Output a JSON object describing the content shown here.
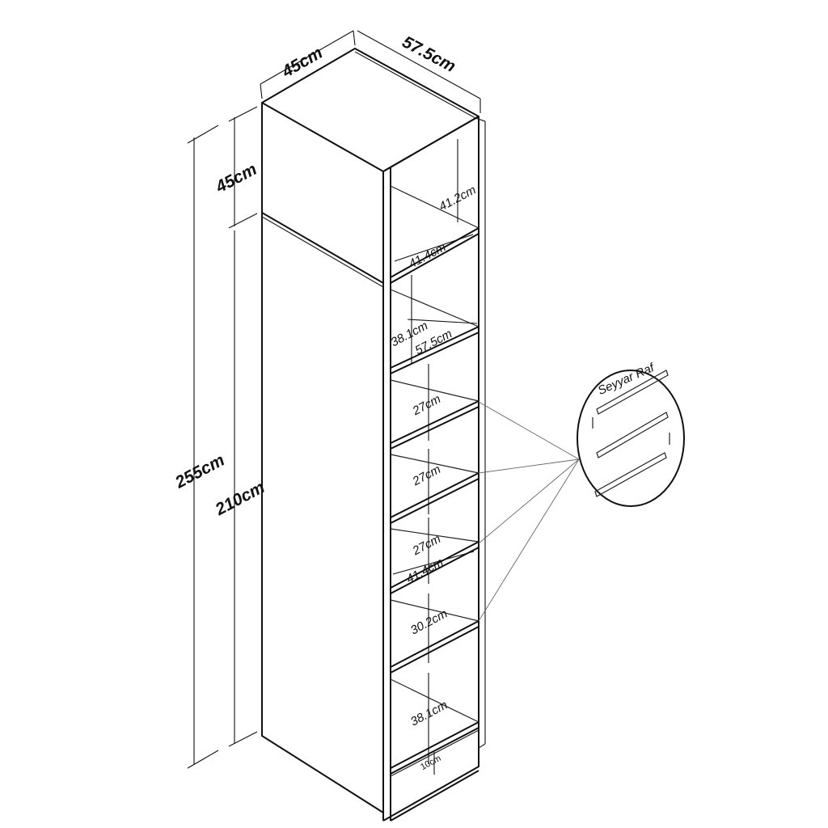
{
  "dimensions": {
    "top_width": "45cm",
    "top_depth": "57.5cm",
    "top_box_height": "45cm",
    "total_height": "255cm",
    "lower_height": "210cm"
  },
  "compartments": {
    "top_inner_height": "41.2cm",
    "top_inner_width": "41.4cm",
    "second_height": "38.1cm",
    "inner_depth": "57.5cm",
    "shelf_1": "27cm",
    "shelf_2": "27cm",
    "shelf_3": "27cm",
    "mid_inner_width": "41.4cm",
    "shelf_4": "30.2cm",
    "bottom_height": "38.1cm",
    "plinth": "10cm"
  },
  "detail": {
    "title": "Seyyar Raf"
  }
}
